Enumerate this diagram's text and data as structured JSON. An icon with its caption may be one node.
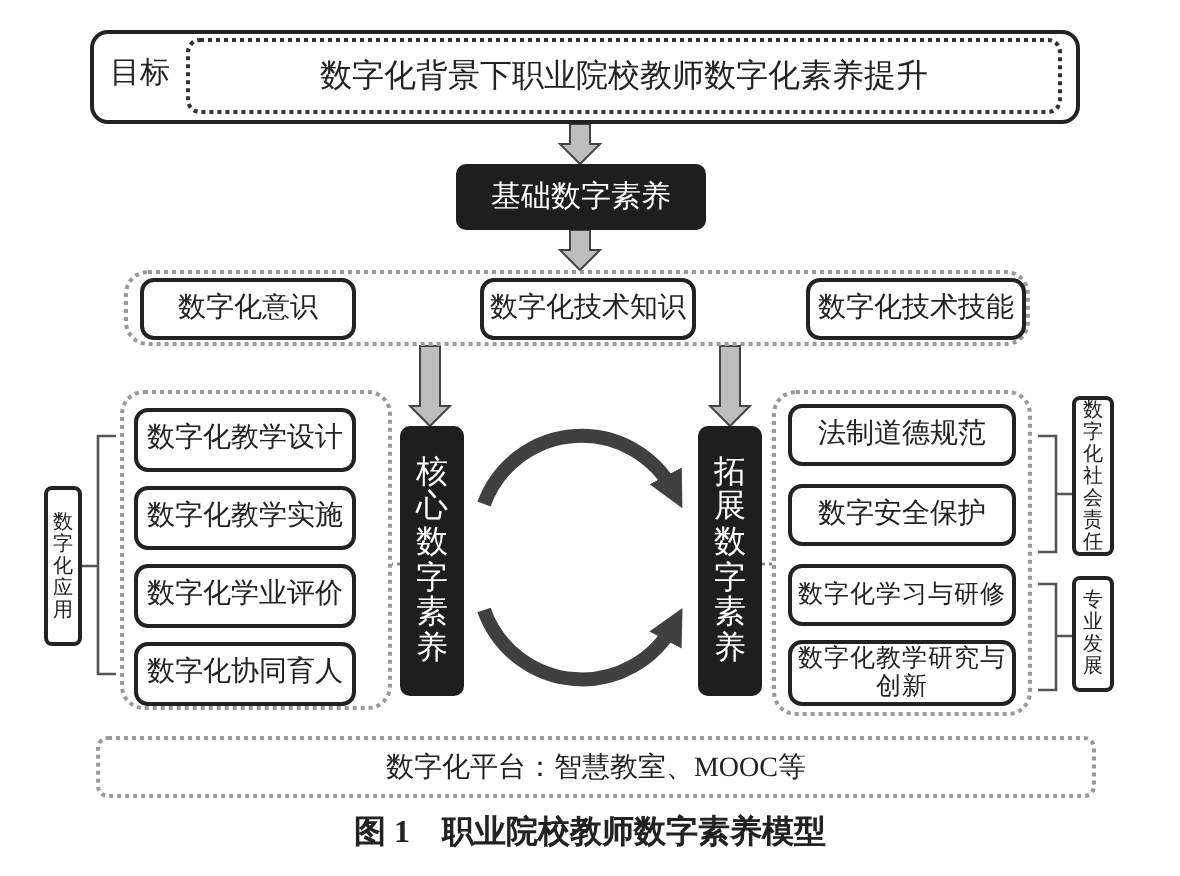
{
  "diagram": {
    "caption": "图 1　职业院校教师数字素养模型",
    "nodes": [
      {
        "text": [
          "目标"
        ]
      },
      {
        "text": [
          "数字化背景下职业院校教师数字化素养提升"
        ],
        "in": 0
      },
      {
        "text": [
          "基础数字素养"
        ]
      },
      {
        "text": [],
        "shape": "box"
      },
      {
        "text": [
          "数字化意识"
        ],
        "in": 3
      },
      {
        "text": [
          "数字化技术知识"
        ],
        "in": 3
      },
      {
        "text": [
          "数字化技术技能"
        ],
        "in": 3
      },
      {
        "text": [],
        "shape": "box"
      },
      {
        "text": [
          "数字化教学设计"
        ],
        "in": 7
      },
      {
        "text": [
          "数字化教学实施"
        ],
        "in": 7
      },
      {
        "text": [
          "数字化学业评价"
        ],
        "in": 7
      },
      {
        "text": [
          "数字化协同育人"
        ],
        "in": 7
      },
      {
        "text": [
          "核心数字素养"
        ]
      },
      {
        "text": [
          "拓展数字素养"
        ]
      },
      {
        "text": [],
        "shape": "box"
      },
      {
        "text": [
          "法制道德规范"
        ],
        "in": 14
      },
      {
        "text": [
          "数字安全保护"
        ],
        "in": 14
      },
      {
        "text": [
          "数字化学习与研修"
        ],
        "in": 14
      },
      {
        "text": [
          "数字化教学研究与创新"
        ],
        "in": 14
      },
      {
        "text": [
          "数字化应用"
        ]
      },
      {
        "text": [
          "数字化社会责任"
        ]
      },
      {
        "text": [
          "专业发展"
        ]
      },
      {
        "text": [
          "数字化平台：智慧教室、MOOC等"
        ]
      }
    ],
    "edges": [
      {
        "from": 0,
        "to": 2,
        "arrow": "to",
        "style": "thick"
      },
      {
        "from": 2,
        "to": 3,
        "arrow": "to",
        "style": "thick"
      },
      {
        "from": 3,
        "to": 12,
        "arrow": "to",
        "style": "thick"
      },
      {
        "from": 3,
        "to": 13,
        "arrow": "to",
        "style": "thick"
      },
      {
        "from": 12,
        "to": 13,
        "arrow": "to",
        "style": "thick",
        "color": "#404040"
      },
      {
        "from": 12,
        "to": 13,
        "arrow": "to",
        "style": "thick",
        "color": "#404040"
      },
      {
        "from": 12,
        "to": 7,
        "arrow": "none",
        "style": "dashed"
      },
      {
        "from": 13,
        "to": 14,
        "arrow": "none",
        "style": "dashed"
      }
    ]
  }
}
